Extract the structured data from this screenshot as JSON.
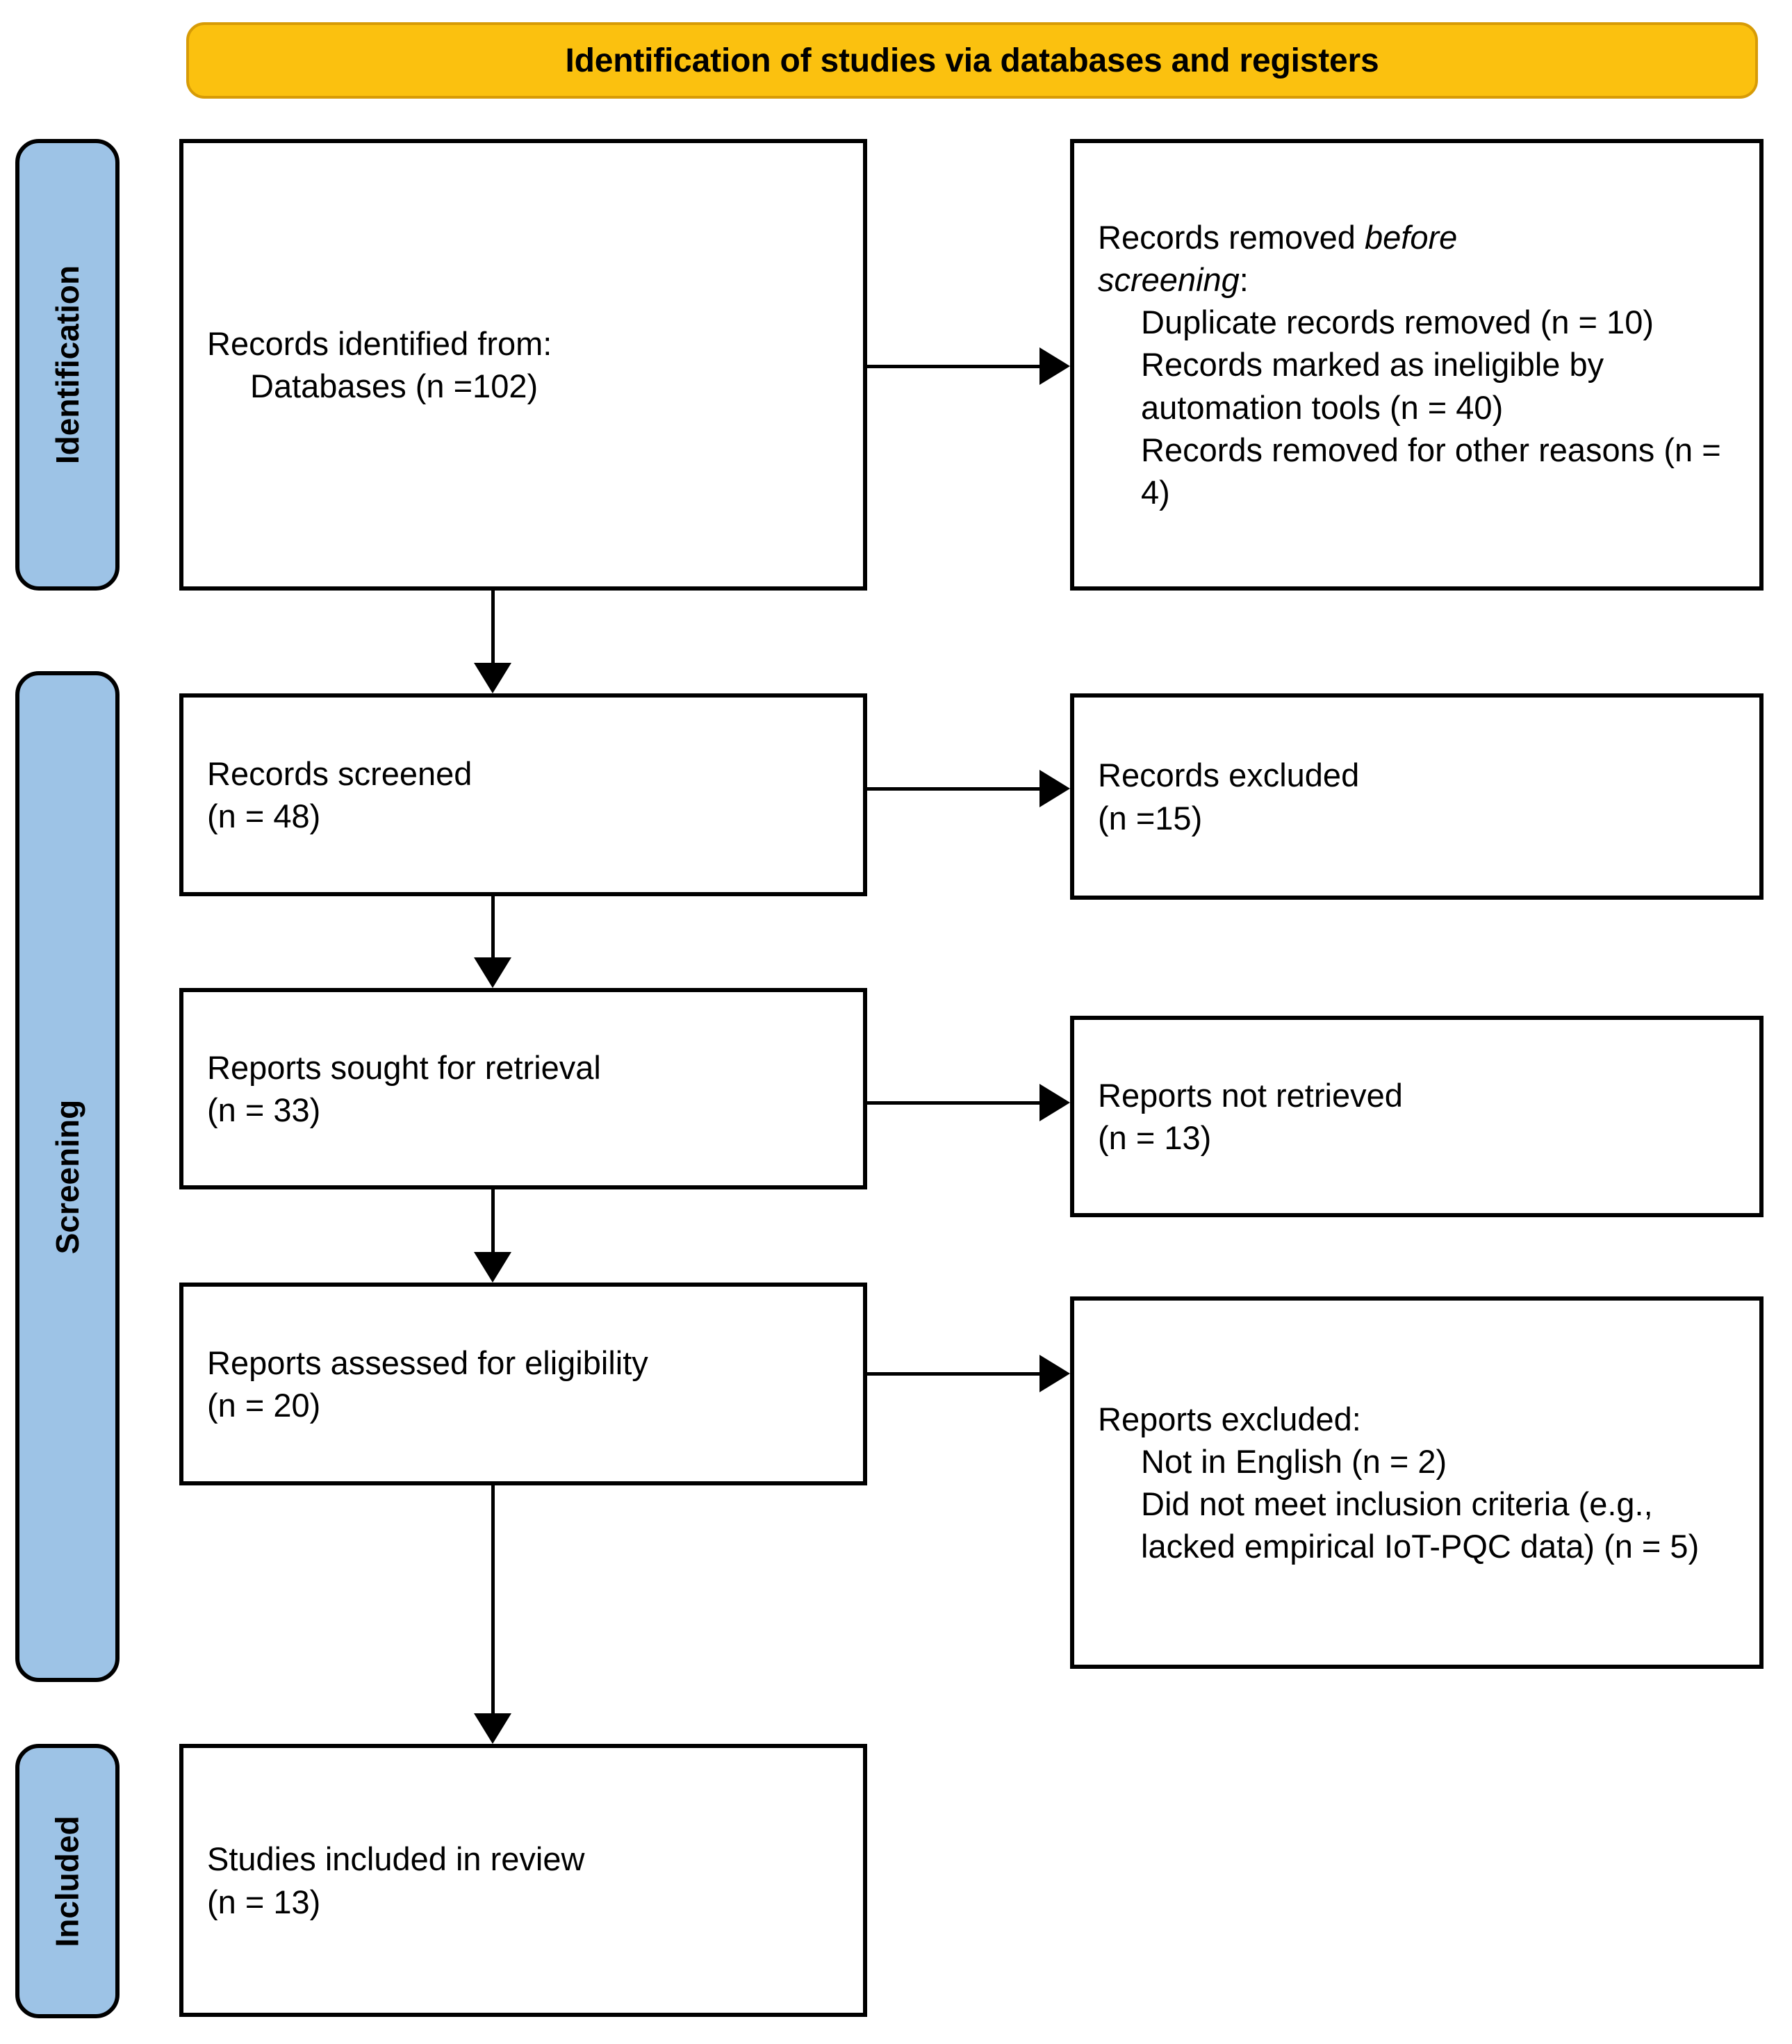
{
  "banner": {
    "title": "Identification of studies via databases and registers"
  },
  "stages": [
    {
      "id": "identification",
      "label": "Identification"
    },
    {
      "id": "screening",
      "label": "Screening"
    },
    {
      "id": "included",
      "label": "Included"
    }
  ],
  "boxes": {
    "records_identified": {
      "line1": "Records identified from:",
      "line2": "Databases (n =102)"
    },
    "records_removed": {
      "line1_a": "Records removed ",
      "line1_b": "before",
      "line2_ital": "screening",
      "line2_rest": ":",
      "item1": "Duplicate records removed (n = 10)",
      "item2": "Records marked as ineligible by automation tools (n = 40)",
      "item3": "Records removed for other reasons (n = 4)"
    },
    "records_screened": {
      "line1": "Records screened",
      "line2": "(n = 48)"
    },
    "records_excluded": {
      "line1": "Records excluded",
      "line2": "(n =15)"
    },
    "reports_sought": {
      "line1": "Reports sought for retrieval",
      "line2": "(n = 33)"
    },
    "reports_not_retrieved": {
      "line1": "Reports not retrieved",
      "line2": "(n = 13)"
    },
    "reports_assessed": {
      "line1": "Reports assessed for eligibility",
      "line2": "(n = 20)"
    },
    "reports_excluded": {
      "line1": "Reports excluded:",
      "item1": "Not in English (n = 2)",
      "item2": "Did not meet inclusion criteria (e.g., lacked empirical IoT-PQC data) (n = 5)"
    },
    "studies_included": {
      "line1": "Studies included in review",
      "line2": "(n = 13)"
    }
  },
  "colors": {
    "banner_fill": "#FBC10F",
    "banner_border": "#D79B06",
    "stage_fill": "#9DC3E6",
    "box_border": "#000000",
    "text": "#000000"
  }
}
